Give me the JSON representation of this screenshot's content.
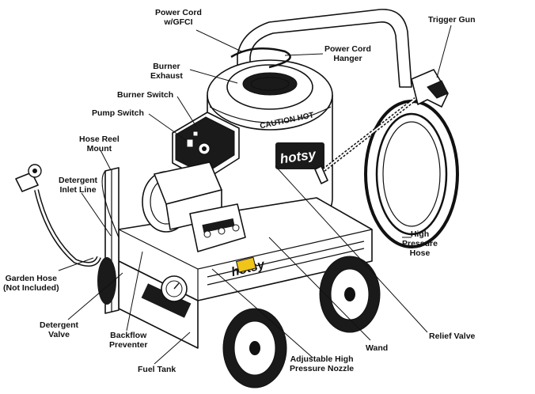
{
  "title": "",
  "labels": {
    "power_cord": [
      "Power Cord",
      "w/GFCI"
    ],
    "power_cord_hanger": [
      "Power Cord",
      "Hanger"
    ],
    "trigger_gun": [
      "Trigger Gun"
    ],
    "burner_exhaust": [
      "Burner",
      "Exhaust"
    ],
    "burner_switch": [
      "Burner Switch"
    ],
    "pump_switch": [
      "Pump Switch"
    ],
    "hose_reel_mount": [
      "Hose Reel",
      "Mount"
    ],
    "detergent_inlet_line": [
      "Detergent",
      "Inlet Line"
    ],
    "garden_hose": [
      "Garden Hose",
      "(Not Included)"
    ],
    "detergent_valve": [
      "Detergent",
      "Valve"
    ],
    "backflow_preventer": [
      "Backflow",
      "Preventer"
    ],
    "fuel_tank": [
      "Fuel Tank"
    ],
    "adjustable_nozzle": [
      "Adjustable High",
      "Pressure Nozzle"
    ],
    "wand": [
      "Wand"
    ],
    "relief_valve": [
      "Relief Valve"
    ],
    "high_pressure_hose": [
      "High",
      "Pressure",
      "Hose"
    ]
  },
  "decals": {
    "caution": "CAUTION HOT",
    "brand": "hotsy"
  }
}
